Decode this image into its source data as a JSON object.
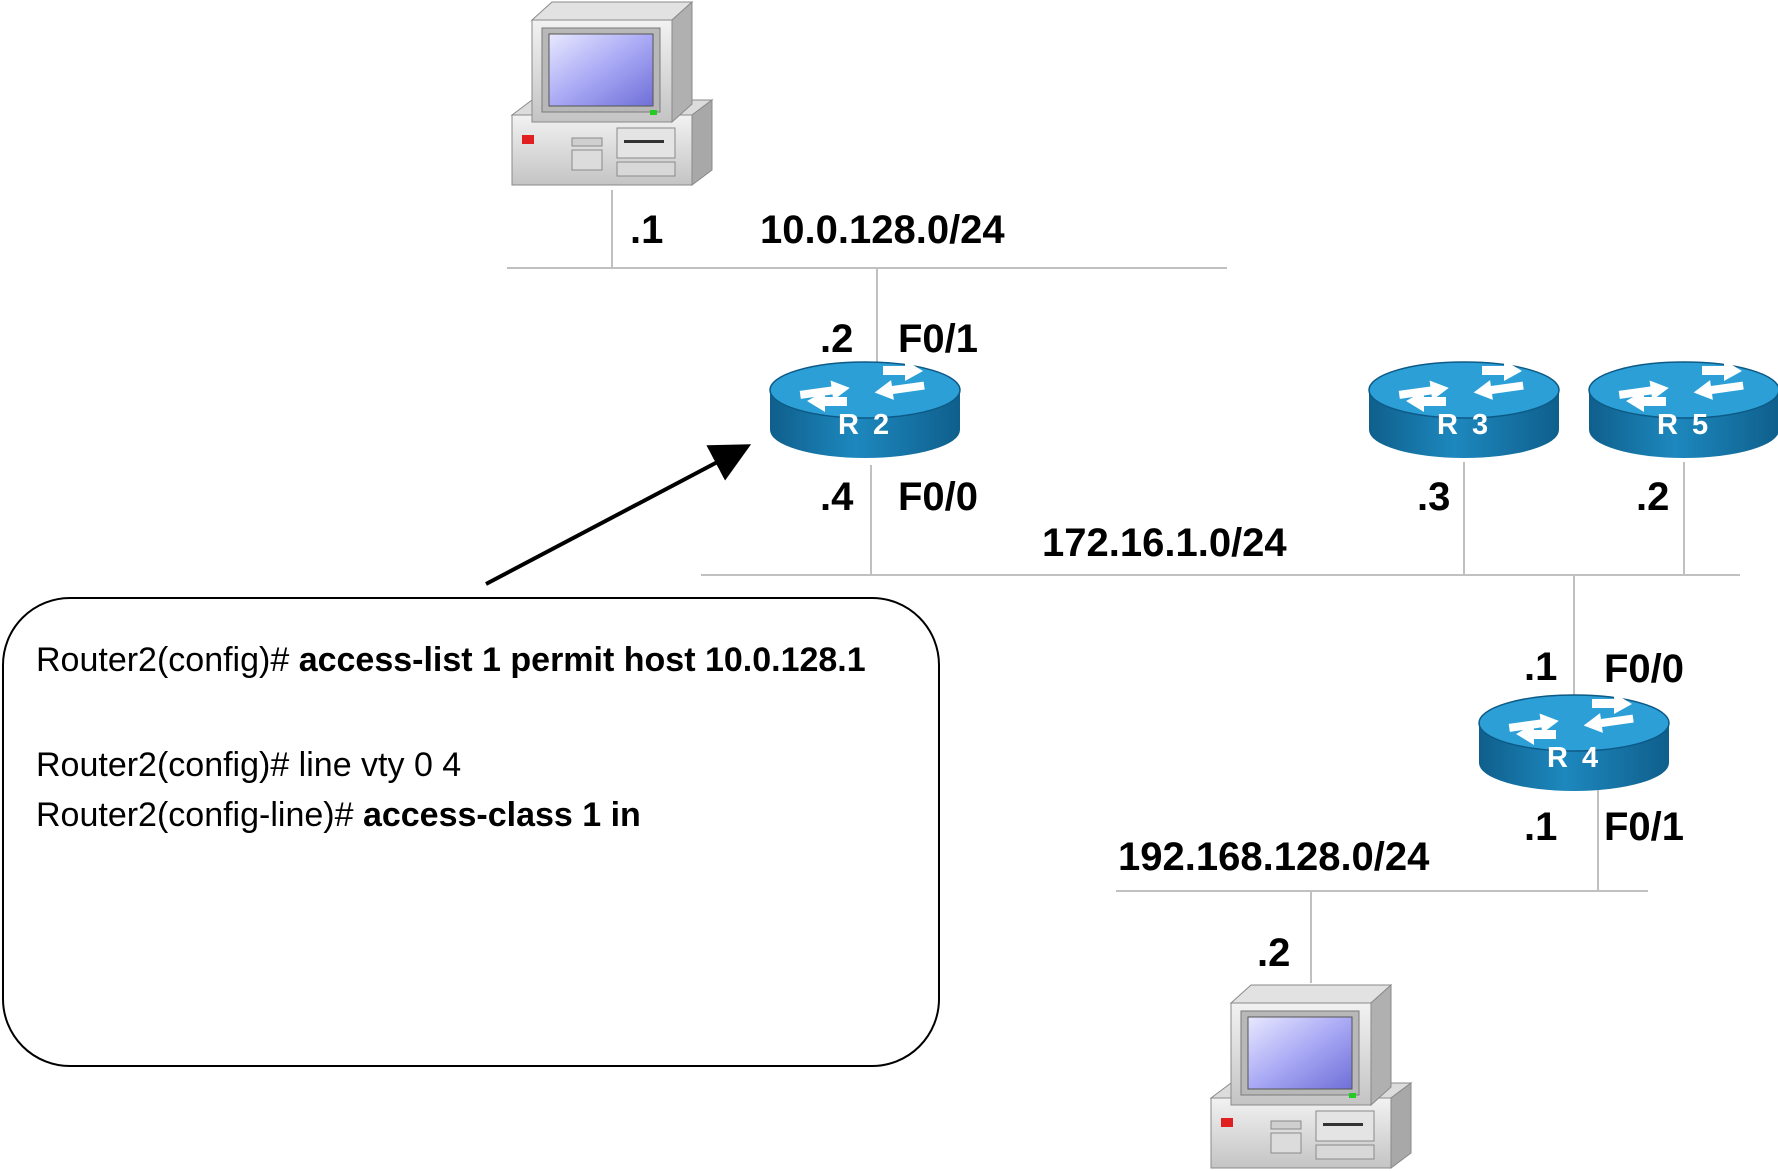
{
  "networks": {
    "top": "10.0.128.0/24",
    "middle": "172.16.1.0/24",
    "bottom": "192.168.128.0/24"
  },
  "routers": {
    "r2": {
      "name": "R 2",
      "top_ip": ".2",
      "top_intf": "F0/1",
      "bottom_ip": ".4",
      "bottom_intf": "F0/0"
    },
    "r3": {
      "name": "R 3",
      "ip": ".3"
    },
    "r5": {
      "name": "R 5",
      "ip": ".2"
    },
    "r4": {
      "name": "R 4",
      "top_ip": ".1",
      "top_intf": "F0/0",
      "bottom_ip": ".1",
      "bottom_intf": "F0/1"
    }
  },
  "hosts": {
    "top_pc": {
      "ip": ".1"
    },
    "bottom_pc": {
      "ip": ".2"
    }
  },
  "config": [
    {
      "prompt": "Router2(config)# ",
      "cmd": "access-list 1 permit host 10.0.128.1"
    },
    {
      "prompt": "Router2(config)# line vty 0 4",
      "cmd": ""
    },
    {
      "prompt": "Router2(config-line)# ",
      "cmd": "access-class 1 in"
    }
  ],
  "colors": {
    "router_body": "#1a7fb5",
    "router_top": "#2a9ad2",
    "segment_line": "#c0c0c0"
  }
}
